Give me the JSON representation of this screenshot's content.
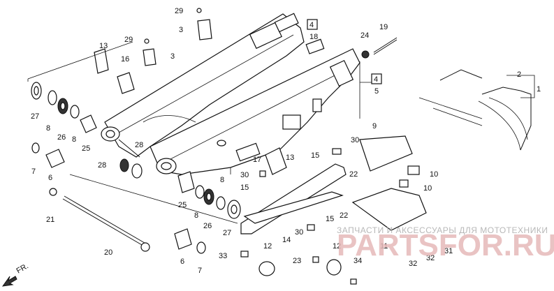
{
  "part_labels": [
    "29",
    "3",
    "29",
    "3",
    "13",
    "16",
    "4",
    "18",
    "24",
    "19",
    "4",
    "5",
    "2",
    "1",
    "27",
    "8",
    "26",
    "8",
    "25",
    "9",
    "30",
    "17",
    "13",
    "15",
    "22",
    "10",
    "30",
    "15",
    "10",
    "28",
    "28",
    "7",
    "6",
    "21",
    "22",
    "8",
    "25",
    "8",
    "26",
    "27",
    "15",
    "14",
    "30",
    "20",
    "12",
    "11",
    "31",
    "6",
    "7",
    "33",
    "23",
    "12",
    "34",
    "32",
    "32"
  ],
  "watermark": {
    "text": "ЗАПЧАСТИ И АКСЕССУАРЫ ДЛЯ МОТОТЕХНИКИ",
    "logo": "PARTSFOR.RU"
  },
  "direction_label": "FR."
}
